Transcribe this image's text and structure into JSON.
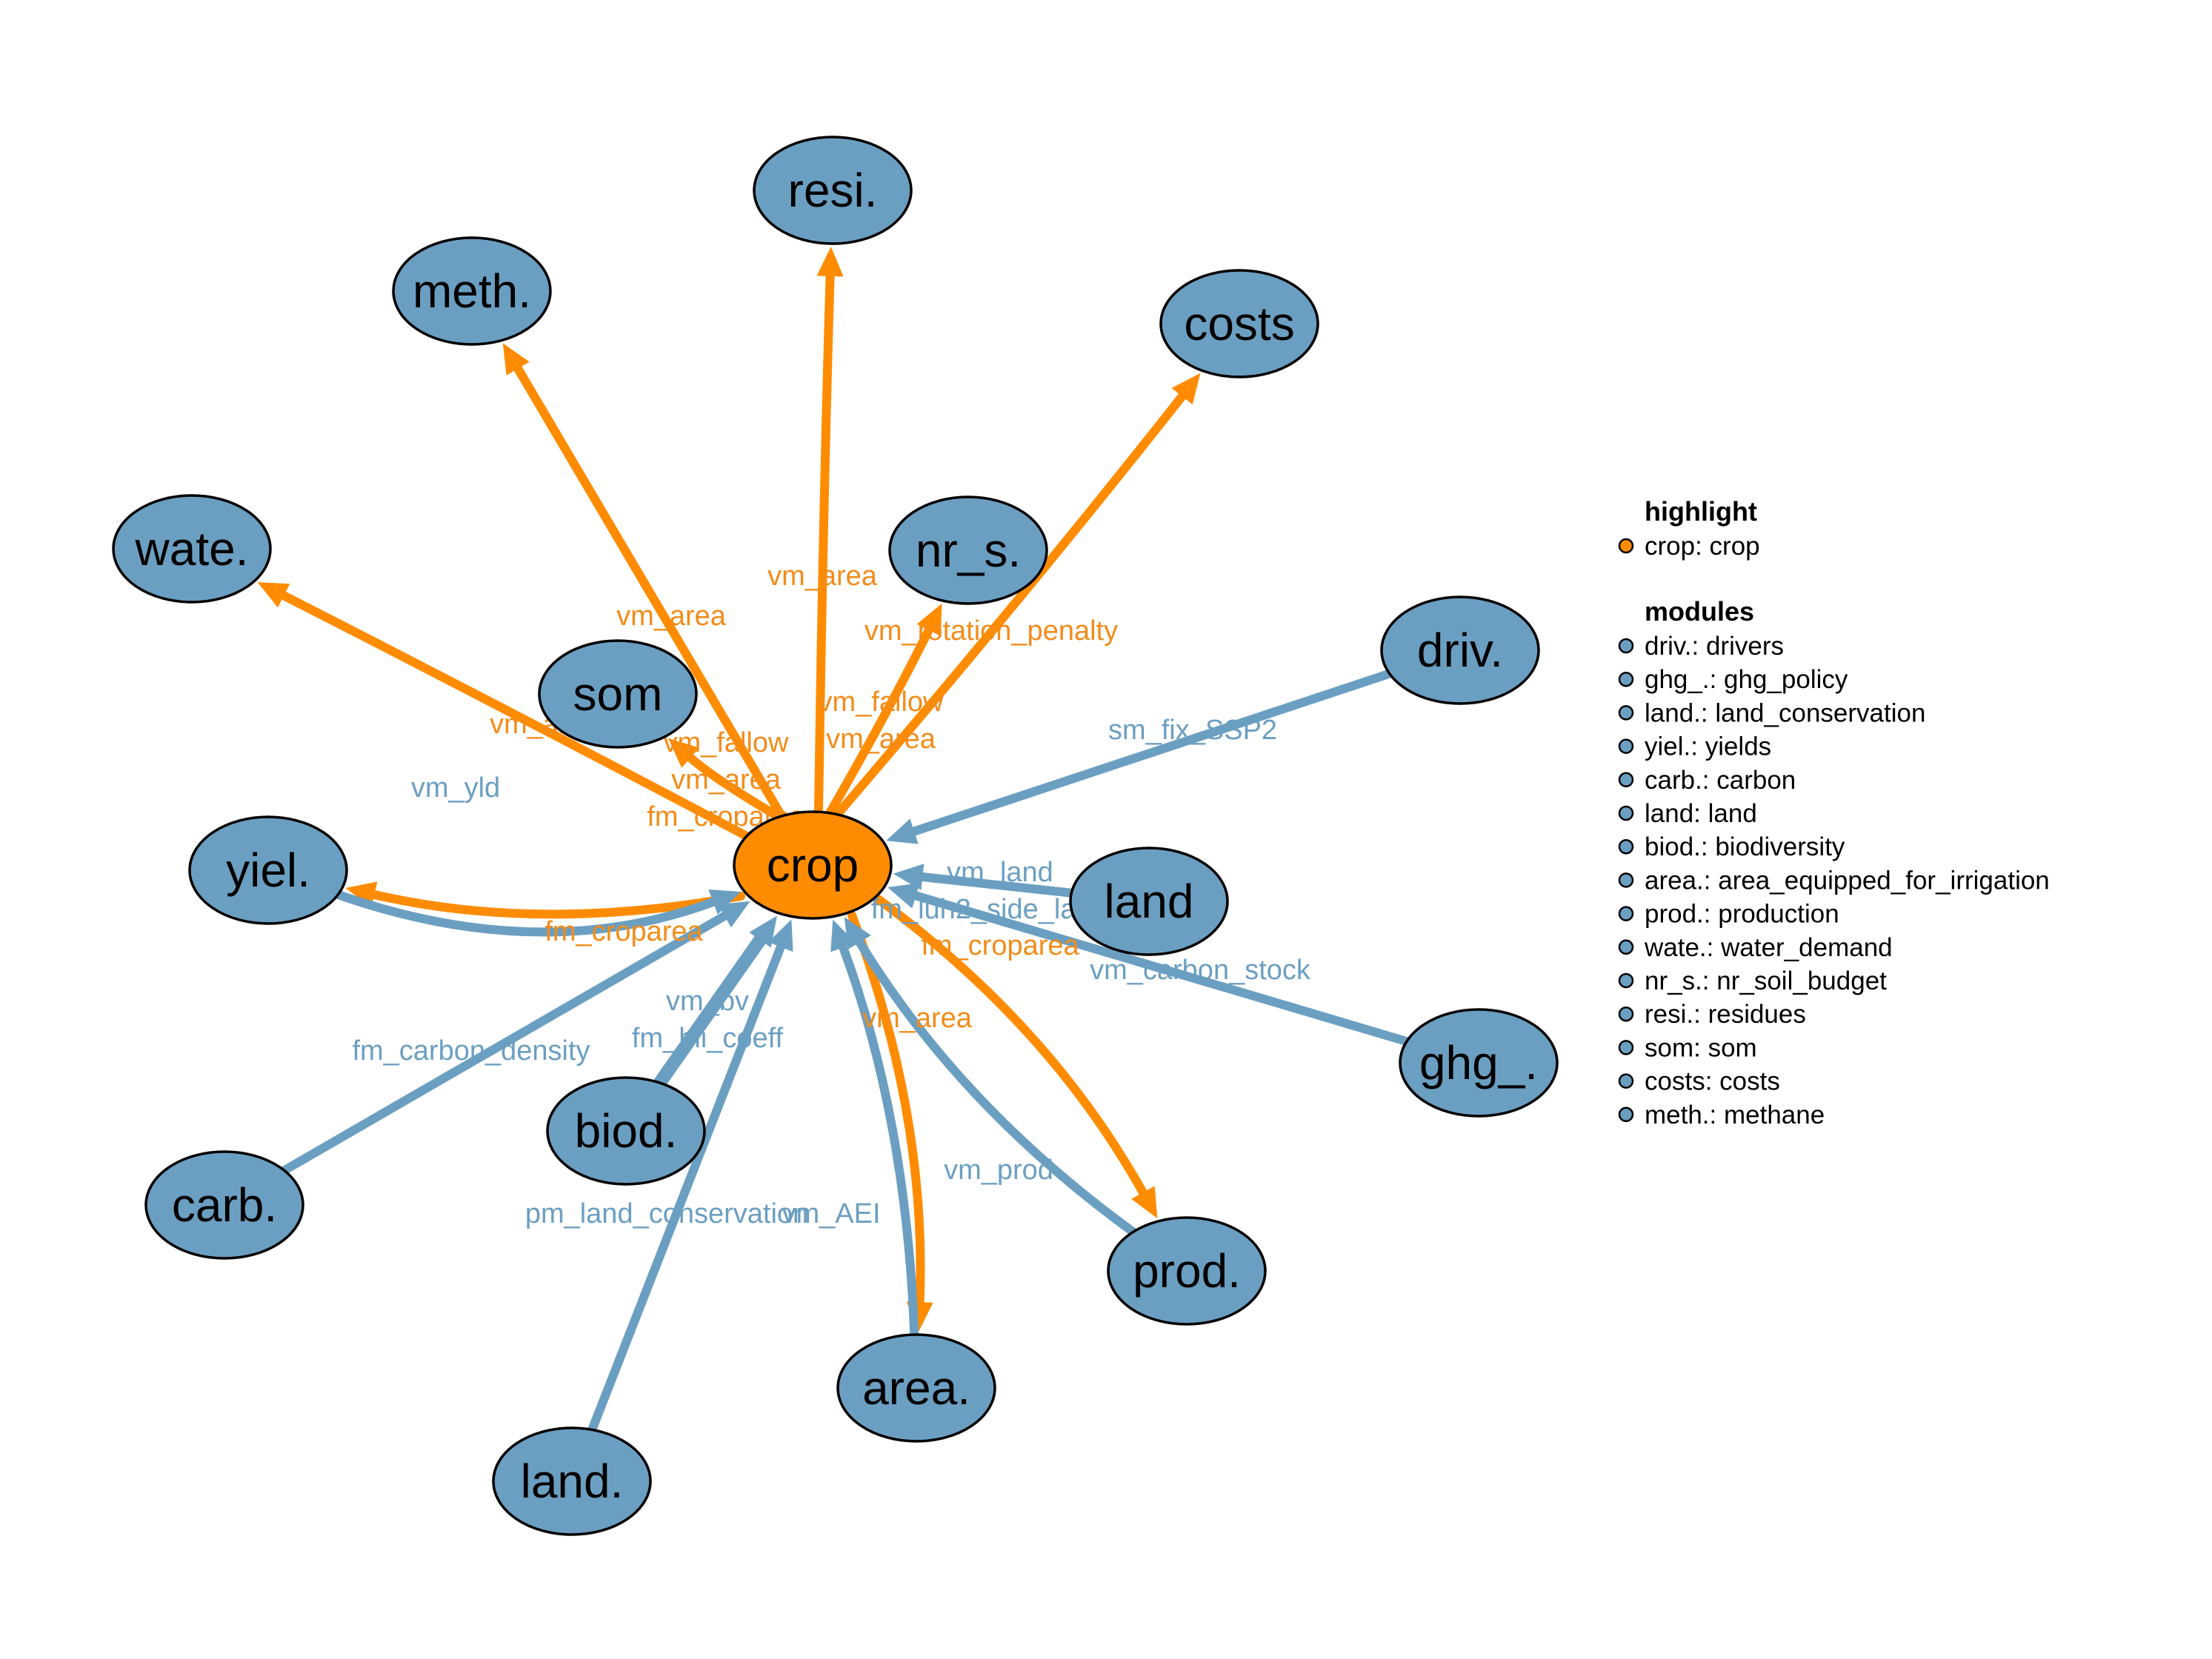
{
  "colors": {
    "highlight": "#ff8c00",
    "module": "#6b9fc2",
    "edge_out": "#ff8c00",
    "edge_in": "#6b9fc2",
    "label_out": "#f28c1a",
    "label_in": "#6b9fc2"
  },
  "nodes": [
    {
      "id": "crop",
      "label": "crop",
      "group": "highlight"
    },
    {
      "id": "resi",
      "label": "resi.",
      "group": "modules"
    },
    {
      "id": "meth",
      "label": "meth.",
      "group": "modules"
    },
    {
      "id": "costs",
      "label": "costs",
      "group": "modules"
    },
    {
      "id": "nr_s",
      "label": "nr_s.",
      "group": "modules"
    },
    {
      "id": "wate",
      "label": "wate.",
      "group": "modules"
    },
    {
      "id": "som",
      "label": "som",
      "group": "modules"
    },
    {
      "id": "driv",
      "label": "driv.",
      "group": "modules"
    },
    {
      "id": "yiel",
      "label": "yiel.",
      "group": "modules"
    },
    {
      "id": "land",
      "label": "land",
      "group": "modules"
    },
    {
      "id": "ghg",
      "label": "ghg_.",
      "group": "modules"
    },
    {
      "id": "biod",
      "label": "biod.",
      "group": "modules"
    },
    {
      "id": "carb",
      "label": "carb.",
      "group": "modules"
    },
    {
      "id": "prod",
      "label": "prod.",
      "group": "modules"
    },
    {
      "id": "area",
      "label": "area.",
      "group": "modules"
    },
    {
      "id": "landc",
      "label": "land.",
      "group": "modules"
    }
  ],
  "edges": [
    {
      "from": "crop",
      "to": "resi",
      "label": "vm_area",
      "dir": "out"
    },
    {
      "from": "crop",
      "to": "meth",
      "label": "vm_area",
      "dir": "out"
    },
    {
      "from": "crop",
      "to": "costs",
      "label": "vm_rotation_penalty",
      "dir": "out"
    },
    {
      "from": "crop",
      "to": "wate",
      "label": "vm_area",
      "dir": "out"
    },
    {
      "from": "crop",
      "to": "nr_s",
      "label": "vm_fallow\nvm_area",
      "dir": "out"
    },
    {
      "from": "crop",
      "to": "som",
      "label": "vm_fallow\nvm_area\nfm_croparea",
      "dir": "out"
    },
    {
      "from": "crop",
      "to": "yiel",
      "label": "fm_croparea",
      "dir": "out"
    },
    {
      "from": "crop",
      "to": "prod",
      "label": "fm_croparea",
      "dir": "out"
    },
    {
      "from": "crop",
      "to": "area",
      "label": "vm_area",
      "dir": "out"
    },
    {
      "from": "driv",
      "to": "crop",
      "label": "sm_fix_SSP2",
      "dir": "in"
    },
    {
      "from": "yiel",
      "to": "crop",
      "label": "vm_yld",
      "dir": "in"
    },
    {
      "from": "land",
      "to": "crop",
      "label": "vm_land\nfm_luh2_side_layers",
      "dir": "in"
    },
    {
      "from": "ghg",
      "to": "crop",
      "label": "vm_carbon_stock",
      "dir": "in"
    },
    {
      "from": "carb",
      "to": "crop",
      "label": "fm_carbon_density",
      "dir": "in"
    },
    {
      "from": "biod",
      "to": "crop",
      "label": "vm_bv\nfm_bii_coeff",
      "dir": "in"
    },
    {
      "from": "landc",
      "to": "crop",
      "label": "pm_land_conservation",
      "dir": "in"
    },
    {
      "from": "area",
      "to": "crop",
      "label": "vm_AEI",
      "dir": "in"
    },
    {
      "from": "prod",
      "to": "crop",
      "label": "vm_prod",
      "dir": "in"
    }
  ],
  "legend": {
    "highlight_title": "highlight",
    "highlight_items": [
      "crop: crop"
    ],
    "modules_title": "modules",
    "modules_items": [
      "driv.: drivers",
      "ghg_.: ghg_policy",
      "land.: land_conservation",
      "yiel.: yields",
      "carb.: carbon",
      "land: land",
      "biod.: biodiversity",
      "area.: area_equipped_for_irrigation",
      "prod.: production",
      "wate.: water_demand",
      "nr_s.: nr_soil_budget",
      "resi.: residues",
      "som: som",
      "costs: costs",
      "meth.: methane"
    ]
  }
}
